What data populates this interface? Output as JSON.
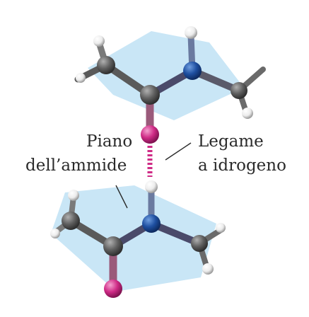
{
  "labels": {
    "plane_line1": "Piano",
    "plane_line2": "dell’ammide",
    "hbond_line1": "Legame",
    "hbond_line2": "a idrogeno"
  },
  "colors": {
    "plane_fill": "#c9e6f6",
    "carbon": "#606060",
    "nitrogen": "#1e4fa0",
    "oxygen": "#cf2b86",
    "hydrogen": "#f4f4f4",
    "hbond": "#cf2b86",
    "text": "#2b2b2b"
  }
}
